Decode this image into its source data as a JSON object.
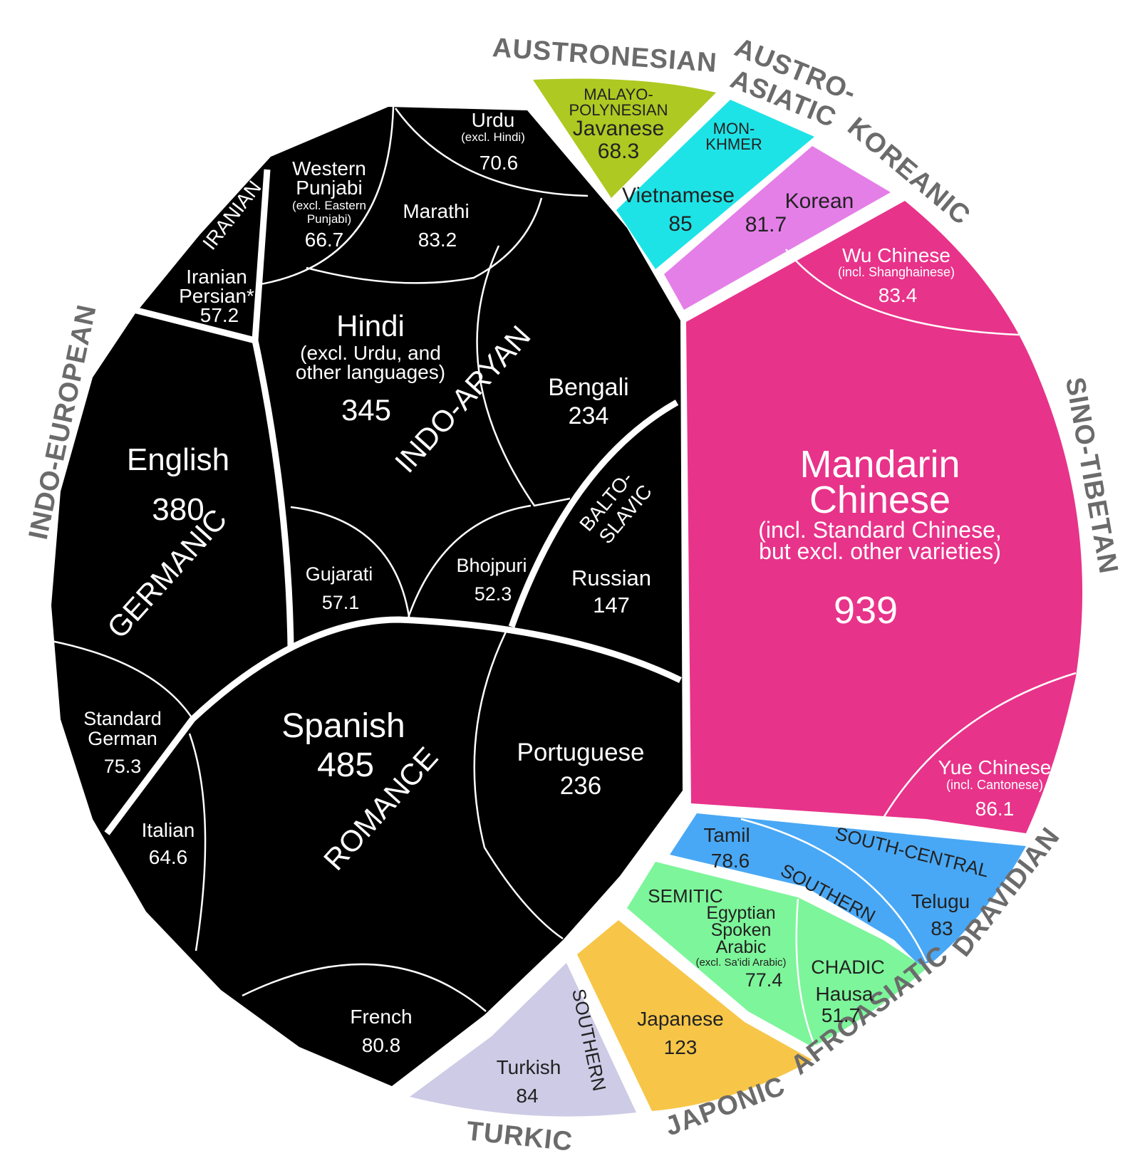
{
  "colors": {
    "indo_european": "#000000",
    "sino_tibetan": "#e8338a",
    "austronesian": "#aec922",
    "austroasiatic": "#1ee3e6",
    "koreanic": "#e47fe8",
    "dravidian": "#49a8f5",
    "afroasiatic": "#7df59a",
    "japonic": "#f7c648",
    "turkic": "#cdcbe5",
    "family_label": "#6b6b6b"
  },
  "families": {
    "indo_european": "INDO-EUROPEAN",
    "austronesian": "AUSTRONESIAN",
    "austroasiatic_1": "AUSTRO-",
    "austroasiatic_2": "ASIATIC",
    "koreanic": "KOREANIC",
    "sino_tibetan": "SINO-TIBETAN",
    "dravidian": "DRAVIDIAN",
    "afroasiatic": "AFROASIATIC",
    "japonic": "JAPONIC",
    "turkic": "TURKIC"
  },
  "branches": {
    "germanic": "GERMANIC",
    "romance": "ROMANCE",
    "indo_aryan": "INDO-ARYAN",
    "iranian": "IRANIAN",
    "balto_slavic_1": "BALTO-",
    "balto_slavic_2": "SLAVIC",
    "malayo_polynesian_1": "MALAYO-",
    "malayo_polynesian_2": "POLYNESIAN",
    "mon_khmer_1": "MON-",
    "mon_khmer_2": "KHMER",
    "south_central": "SOUTH-CENTRAL",
    "southern_dravidian": "SOUTHERN",
    "semitic": "SEMITIC",
    "chadic": "CHADIC",
    "southern_turkic": "SOUTHERN"
  },
  "languages": {
    "english": {
      "name": "English",
      "value": "380"
    },
    "standard_german": {
      "name1": "Standard",
      "name2": "German",
      "value": "75.3"
    },
    "spanish": {
      "name": "Spanish",
      "value": "485"
    },
    "portuguese": {
      "name": "Portuguese",
      "value": "236"
    },
    "italian": {
      "name": "Italian",
      "value": "64.6"
    },
    "french": {
      "name": "French",
      "value": "80.8"
    },
    "hindi": {
      "name": "Hindi",
      "note1": "(excl. Urdu, and",
      "note2": "other languages)",
      "value": "345"
    },
    "bengali": {
      "name": "Bengali",
      "value": "234"
    },
    "urdu": {
      "name": "Urdu",
      "note": "(excl. Hindi)",
      "value": "70.6"
    },
    "marathi": {
      "name": "Marathi",
      "value": "83.2"
    },
    "western_punjabi": {
      "name1": "Western",
      "name2": "Punjabi",
      "note1": "(excl. Eastern",
      "note2": "Punjabi)",
      "value": "66.7"
    },
    "gujarati": {
      "name": "Gujarati",
      "value": "57.1"
    },
    "bhojpuri": {
      "name": "Bhojpuri",
      "value": "52.3"
    },
    "iranian_persian": {
      "name1": "Iranian",
      "name2": "Persian*",
      "value": "57.2"
    },
    "russian": {
      "name": "Russian",
      "value": "147"
    },
    "javanese": {
      "name": "Javanese",
      "value": "68.3"
    },
    "vietnamese": {
      "name": "Vietnamese",
      "value": "85"
    },
    "korean": {
      "name": "Korean",
      "value": "81.7"
    },
    "mandarin": {
      "name1": "Mandarin",
      "name2": "Chinese",
      "note1": "(incl. Standard Chinese,",
      "note2": "but excl. other varieties)",
      "value": "939"
    },
    "wu": {
      "name": "Wu Chinese",
      "note": "(incl. Shanghainese)",
      "value": "83.4"
    },
    "yue": {
      "name": "Yue Chinese",
      "note": "(incl. Cantonese)",
      "value": "86.1"
    },
    "tamil": {
      "name": "Tamil",
      "value": "78.6"
    },
    "telugu": {
      "name": "Telugu",
      "value": "83"
    },
    "egyptian_arabic": {
      "name1": "Egyptian",
      "name2": "Spoken",
      "name3": "Arabic",
      "note": "(excl. Sa'idi Arabic)",
      "value": "77.4"
    },
    "hausa": {
      "name": "Hausa",
      "value": "51.7"
    },
    "japanese": {
      "name": "Japanese",
      "value": "123"
    },
    "turkish": {
      "name": "Turkish",
      "value": "84"
    }
  }
}
